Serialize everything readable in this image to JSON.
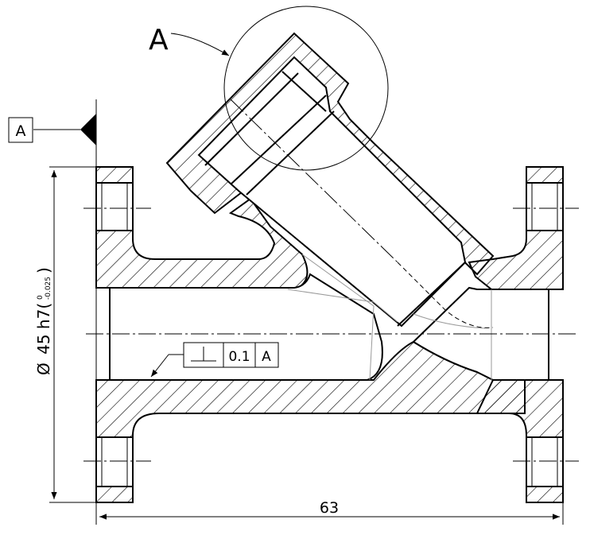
{
  "detail_callout": {
    "label": "A"
  },
  "datum": {
    "label": "A"
  },
  "dimensions": {
    "diameter_symbol": "Ø",
    "diameter_value": "45 h7",
    "tol_upper": "0",
    "tol_lower": "-0.025",
    "length_value": "63"
  },
  "geometric_tolerance": {
    "symbol": "perpendicularity",
    "value": "0.1",
    "datum_ref": "A"
  }
}
